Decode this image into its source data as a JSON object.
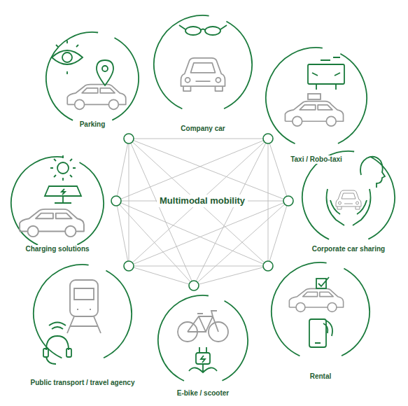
{
  "diagram": {
    "nodes": [
      {
        "text": [
          "Company car"
        ]
      },
      {
        "text": [
          "Taxi / Robo-taxi"
        ]
      },
      {
        "text": [
          "Corporate car sharing"
        ]
      },
      {
        "text": [
          "Rental"
        ]
      },
      {
        "text": [
          "E-bike / scooter"
        ]
      },
      {
        "text": [
          "Public transport / travel agency"
        ]
      },
      {
        "text": [
          "Charging solutions"
        ]
      },
      {
        "text": [
          "Parking"
        ]
      }
    ],
    "labels": [
      "Multimodal mobility"
    ]
  }
}
